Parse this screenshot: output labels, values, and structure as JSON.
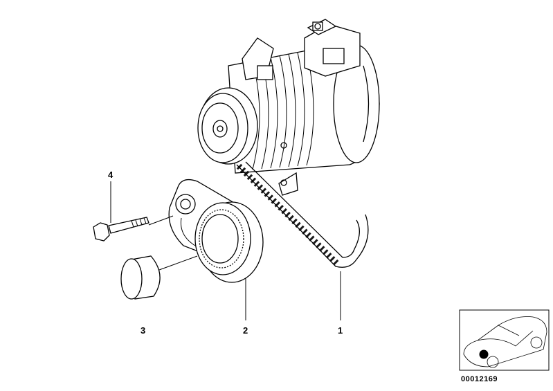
{
  "callouts": [
    {
      "number": "1",
      "part": "belt"
    },
    {
      "number": "2",
      "part": "tensioner-pulley"
    },
    {
      "number": "3",
      "part": "pulley-cap"
    },
    {
      "number": "4",
      "part": "bolt"
    }
  ],
  "reference_number": "00012169",
  "highlight_color": "#000000"
}
